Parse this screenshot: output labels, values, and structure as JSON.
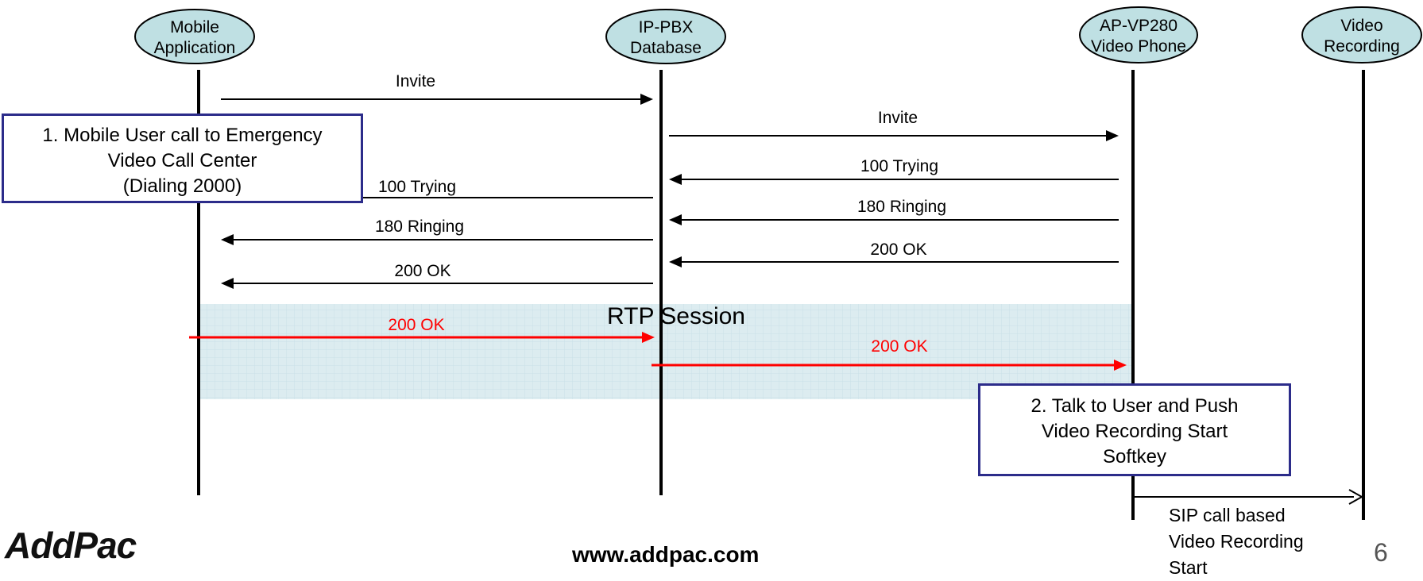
{
  "participants": [
    {
      "id": "mobile",
      "label": "Mobile\nApplication"
    },
    {
      "id": "pbx",
      "label": "IP-PBX\nDatabase"
    },
    {
      "id": "phone",
      "label": "AP-VP280\nVideo Phone"
    },
    {
      "id": "rec",
      "label": "Video\nRecording"
    }
  ],
  "messages": [
    {
      "label": "Invite",
      "from": "mobile",
      "to": "pbx",
      "color": "#000000"
    },
    {
      "label": "Invite",
      "from": "pbx",
      "to": "phone",
      "color": "#000000"
    },
    {
      "label": "100 Trying",
      "from": "phone",
      "to": "pbx",
      "color": "#000000"
    },
    {
      "label": "100 Trying",
      "from": "pbx",
      "to": "mobile",
      "color": "#000000"
    },
    {
      "label": "180 Ringing",
      "from": "phone",
      "to": "pbx",
      "color": "#000000"
    },
    {
      "label": "180 Ringing",
      "from": "pbx",
      "to": "mobile",
      "color": "#000000"
    },
    {
      "label": "200 OK",
      "from": "phone",
      "to": "pbx",
      "color": "#000000"
    },
    {
      "label": "200 OK",
      "from": "pbx",
      "to": "mobile",
      "color": "#000000"
    },
    {
      "label": "200 OK",
      "from": "mobile",
      "to": "pbx",
      "color": "#ff0000"
    },
    {
      "label": "200 OK",
      "from": "pbx",
      "to": "phone",
      "color": "#ff0000"
    },
    {
      "label": "",
      "from": "phone",
      "to": "rec",
      "color": "#000000"
    }
  ],
  "session": {
    "label": "RTP Session",
    "color": "#dcecf0"
  },
  "notes": {
    "note1": "1. Mobile User call to Emergency\n      Video Call Center\n      (Dialing 2000)",
    "note2": "2. Talk to User and Push\n   Video Recording Start\n   Softkey",
    "recording": "SIP call based\nVideo Recording\nStart"
  },
  "colors": {
    "participant_fill": "#bfe0e3",
    "note_border": "#2c2c8a",
    "success_arrow": "#ff0000"
  },
  "footer": {
    "logo": "AddPac",
    "url": "www.addpac.com",
    "page": "6"
  }
}
